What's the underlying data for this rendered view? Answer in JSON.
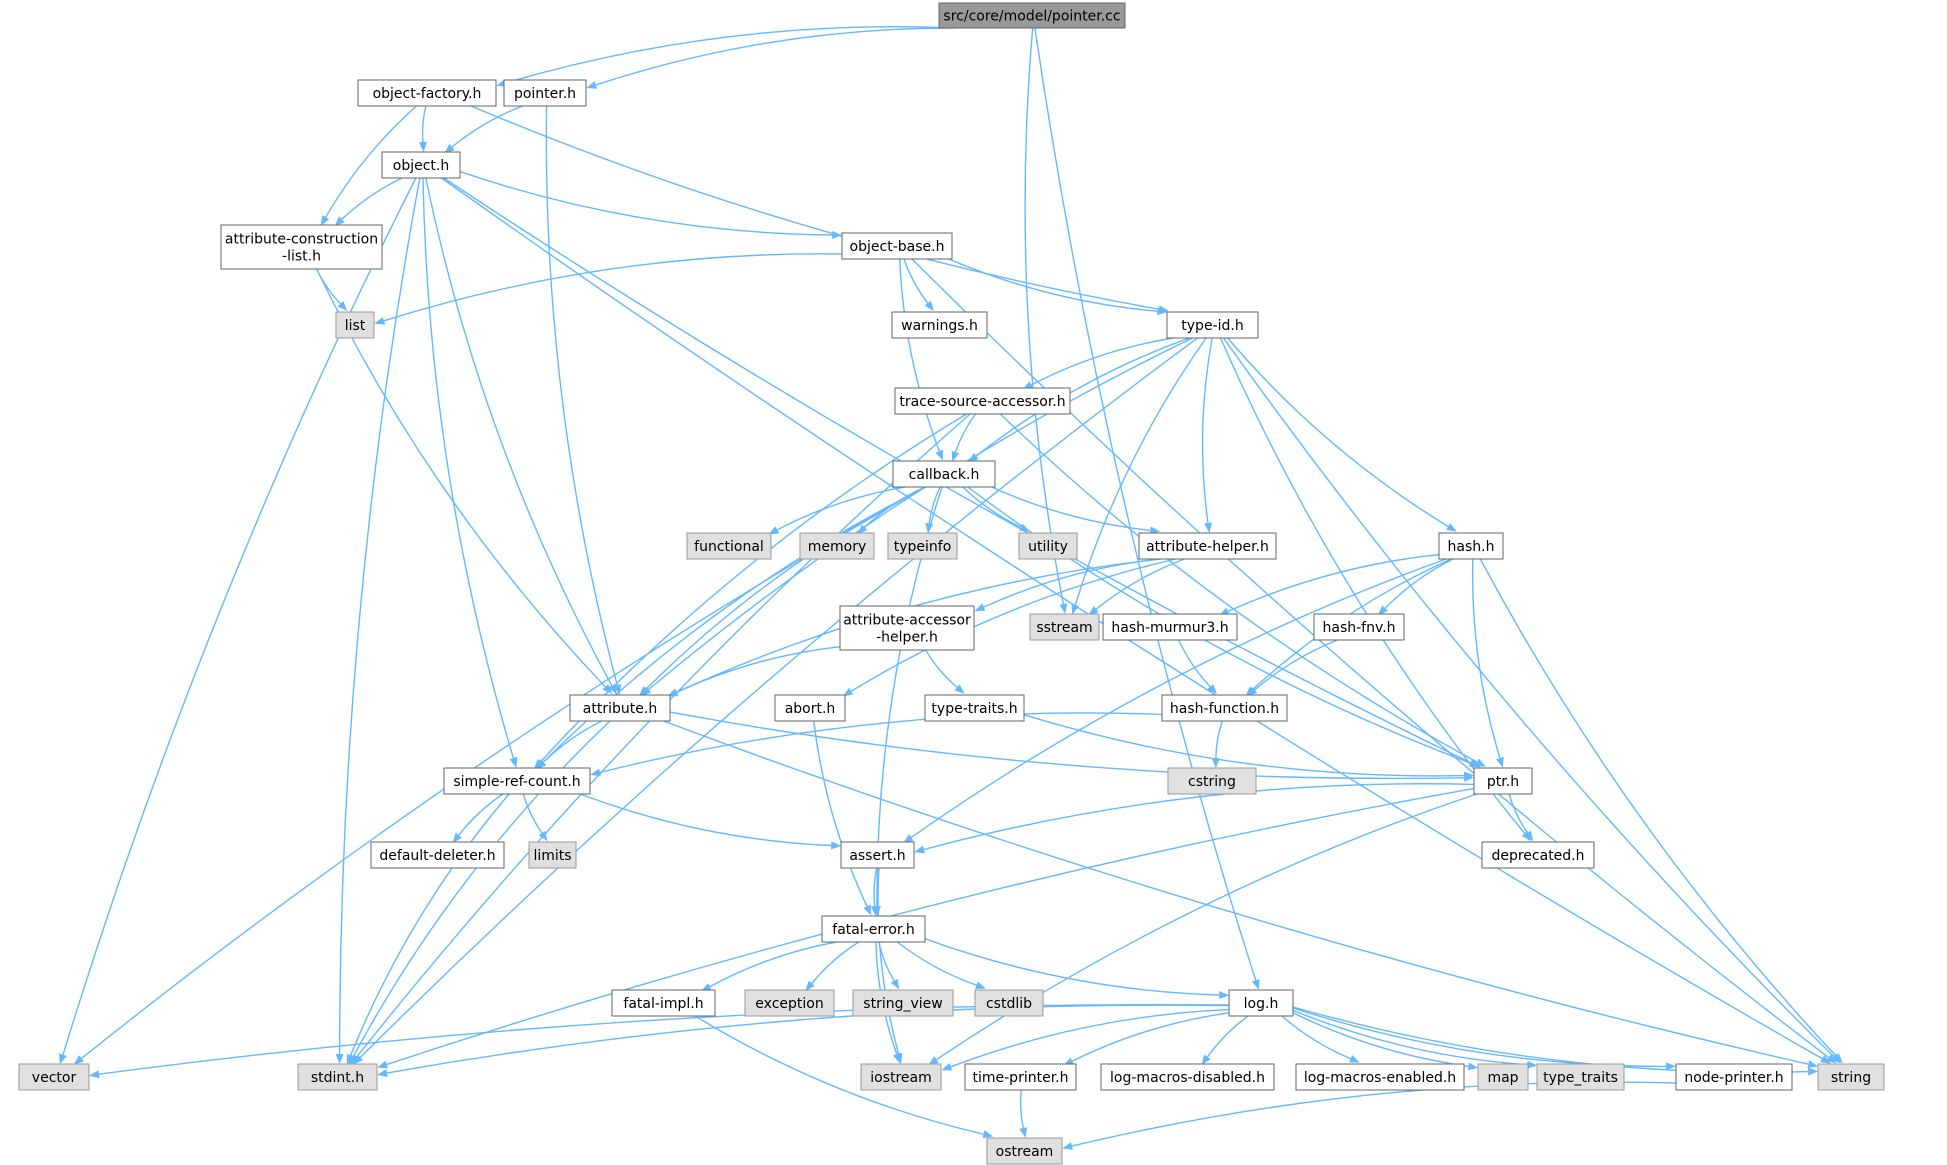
{
  "colors": {
    "edge": "#63b8ff",
    "node_border": "#666666",
    "node_fill": "#ffffff",
    "system_fill": "#e0e0e0",
    "system_border": "#999999",
    "root_fill": "#999999",
    "root_border": "#666666"
  },
  "nodes": [
    {
      "id": "root",
      "label": "src/core/model/pointer.cc",
      "kind": "root"
    },
    {
      "id": "object_factory",
      "label": "object-factory.h",
      "kind": "file"
    },
    {
      "id": "pointer_h",
      "label": "pointer.h",
      "kind": "file"
    },
    {
      "id": "object_h",
      "label": "object.h",
      "kind": "file"
    },
    {
      "id": "attr_constr",
      "label": "attribute-construction\n-list.h",
      "kind": "file"
    },
    {
      "id": "object_base",
      "label": "object-base.h",
      "kind": "file"
    },
    {
      "id": "list",
      "label": "list",
      "kind": "system"
    },
    {
      "id": "warnings",
      "label": "warnings.h",
      "kind": "file"
    },
    {
      "id": "type_id",
      "label": "type-id.h",
      "kind": "file"
    },
    {
      "id": "trace_src",
      "label": "trace-source-accessor.h",
      "kind": "file"
    },
    {
      "id": "callback",
      "label": "callback.h",
      "kind": "file"
    },
    {
      "id": "functional",
      "label": "functional",
      "kind": "system"
    },
    {
      "id": "memory",
      "label": "memory",
      "kind": "system"
    },
    {
      "id": "typeinfo",
      "label": "typeinfo",
      "kind": "system"
    },
    {
      "id": "utility",
      "label": "utility",
      "kind": "system"
    },
    {
      "id": "attr_helper",
      "label": "attribute-helper.h",
      "kind": "file"
    },
    {
      "id": "hash_h",
      "label": "hash.h",
      "kind": "file"
    },
    {
      "id": "sstream",
      "label": "sstream",
      "kind": "system"
    },
    {
      "id": "attr_acc",
      "label": "attribute-accessor\n-helper.h",
      "kind": "file"
    },
    {
      "id": "hash_murmur",
      "label": "hash-murmur3.h",
      "kind": "file"
    },
    {
      "id": "hash_fnv",
      "label": "hash-fnv.h",
      "kind": "file"
    },
    {
      "id": "attribute_h",
      "label": "attribute.h",
      "kind": "file"
    },
    {
      "id": "abort_h",
      "label": "abort.h",
      "kind": "file"
    },
    {
      "id": "type_traits_h",
      "label": "type-traits.h",
      "kind": "file"
    },
    {
      "id": "hash_function",
      "label": "hash-function.h",
      "kind": "file"
    },
    {
      "id": "simple_ref",
      "label": "simple-ref-count.h",
      "kind": "file"
    },
    {
      "id": "cstring",
      "label": "cstring",
      "kind": "system"
    },
    {
      "id": "ptr_h",
      "label": "ptr.h",
      "kind": "file"
    },
    {
      "id": "default_deleter",
      "label": "default-deleter.h",
      "kind": "file"
    },
    {
      "id": "limits",
      "label": "limits",
      "kind": "system"
    },
    {
      "id": "assert_h",
      "label": "assert.h",
      "kind": "file"
    },
    {
      "id": "deprecated",
      "label": "deprecated.h",
      "kind": "file"
    },
    {
      "id": "fatal_error",
      "label": "fatal-error.h",
      "kind": "file"
    },
    {
      "id": "fatal_impl",
      "label": "fatal-impl.h",
      "kind": "file"
    },
    {
      "id": "exception",
      "label": "exception",
      "kind": "system"
    },
    {
      "id": "string_view",
      "label": "string_view",
      "kind": "system"
    },
    {
      "id": "cstdlib",
      "label": "cstdlib",
      "kind": "system"
    },
    {
      "id": "log_h",
      "label": "log.h",
      "kind": "file"
    },
    {
      "id": "vector",
      "label": "vector",
      "kind": "system"
    },
    {
      "id": "stdint",
      "label": "stdint.h",
      "kind": "system"
    },
    {
      "id": "iostream",
      "label": "iostream",
      "kind": "system"
    },
    {
      "id": "time_printer",
      "label": "time-printer.h",
      "kind": "file"
    },
    {
      "id": "log_dis",
      "label": "log-macros-disabled.h",
      "kind": "file"
    },
    {
      "id": "log_en",
      "label": "log-macros-enabled.h",
      "kind": "file"
    },
    {
      "id": "map",
      "label": "map",
      "kind": "system"
    },
    {
      "id": "type_traits",
      "label": "type_traits",
      "kind": "system"
    },
    {
      "id": "node_printer",
      "label": "node-printer.h",
      "kind": "file"
    },
    {
      "id": "string",
      "label": "string",
      "kind": "system"
    },
    {
      "id": "ostream",
      "label": "ostream",
      "kind": "system"
    }
  ],
  "edges": [
    [
      "root",
      "object_factory"
    ],
    [
      "root",
      "pointer_h"
    ],
    [
      "root",
      "log_h"
    ],
    [
      "root",
      "sstream"
    ],
    [
      "object_factory",
      "object_h"
    ],
    [
      "object_factory",
      "attr_constr"
    ],
    [
      "object_factory",
      "type_id"
    ],
    [
      "pointer_h",
      "object_h"
    ],
    [
      "pointer_h",
      "attribute_h"
    ],
    [
      "object_h",
      "attr_constr"
    ],
    [
      "object_h",
      "object_base"
    ],
    [
      "object_h",
      "attribute_h"
    ],
    [
      "object_h",
      "simple_ref"
    ],
    [
      "object_h",
      "ptr_h"
    ],
    [
      "object_h",
      "vector"
    ],
    [
      "object_h",
      "stdint"
    ],
    [
      "object_h",
      "string"
    ],
    [
      "attr_constr",
      "list"
    ],
    [
      "attr_constr",
      "attribute_h"
    ],
    [
      "object_base",
      "list"
    ],
    [
      "object_base",
      "warnings"
    ],
    [
      "object_base",
      "type_id"
    ],
    [
      "object_base",
      "callback"
    ],
    [
      "object_base",
      "string"
    ],
    [
      "type_id",
      "trace_src"
    ],
    [
      "type_id",
      "callback"
    ],
    [
      "type_id",
      "attr_helper"
    ],
    [
      "type_id",
      "hash_h"
    ],
    [
      "type_id",
      "attribute_h"
    ],
    [
      "type_id",
      "sstream"
    ],
    [
      "type_id",
      "deprecated"
    ],
    [
      "type_id",
      "stdint"
    ],
    [
      "type_id",
      "string"
    ],
    [
      "trace_src",
      "callback"
    ],
    [
      "trace_src",
      "simple_ref"
    ],
    [
      "trace_src",
      "ptr_h"
    ],
    [
      "trace_src",
      "stdint"
    ],
    [
      "callback",
      "functional"
    ],
    [
      "callback",
      "memory"
    ],
    [
      "callback",
      "typeinfo"
    ],
    [
      "callback",
      "utility"
    ],
    [
      "callback",
      "attr_helper"
    ],
    [
      "callback",
      "attribute_h"
    ],
    [
      "callback",
      "simple_ref"
    ],
    [
      "callback",
      "ptr_h"
    ],
    [
      "callback",
      "fatal_error"
    ],
    [
      "callback",
      "vector"
    ],
    [
      "attr_helper",
      "attr_acc"
    ],
    [
      "attr_helper",
      "attribute_h"
    ],
    [
      "attr_helper",
      "abort_h"
    ],
    [
      "attr_helper",
      "sstream"
    ],
    [
      "hash_h",
      "hash_murmur"
    ],
    [
      "hash_h",
      "hash_fnv"
    ],
    [
      "hash_h",
      "hash_function"
    ],
    [
      "hash_h",
      "ptr_h"
    ],
    [
      "hash_h",
      "assert_h"
    ],
    [
      "hash_h",
      "string"
    ],
    [
      "attr_acc",
      "attribute_h"
    ],
    [
      "attr_acc",
      "type_traits_h"
    ],
    [
      "hash_murmur",
      "hash_function"
    ],
    [
      "hash_fnv",
      "hash_function"
    ],
    [
      "attribute_h",
      "simple_ref"
    ],
    [
      "attribute_h",
      "ptr_h"
    ],
    [
      "attribute_h",
      "stdint"
    ],
    [
      "attribute_h",
      "string"
    ],
    [
      "abort_h",
      "fatal_error"
    ],
    [
      "type_traits_h",
      "ptr_h"
    ],
    [
      "hash_function",
      "simple_ref"
    ],
    [
      "hash_function",
      "cstring"
    ],
    [
      "simple_ref",
      "default_deleter"
    ],
    [
      "simple_ref",
      "limits"
    ],
    [
      "simple_ref",
      "assert_h"
    ],
    [
      "simple_ref",
      "stdint"
    ],
    [
      "ptr_h",
      "assert_h"
    ],
    [
      "ptr_h",
      "deprecated"
    ],
    [
      "ptr_h",
      "iostream"
    ],
    [
      "ptr_h",
      "stdint"
    ],
    [
      "assert_h",
      "fatal_error"
    ],
    [
      "assert_h",
      "iostream"
    ],
    [
      "fatal_error",
      "fatal_impl"
    ],
    [
      "fatal_error",
      "exception"
    ],
    [
      "fatal_error",
      "string_view"
    ],
    [
      "fatal_error",
      "cstdlib"
    ],
    [
      "fatal_error",
      "log_h"
    ],
    [
      "fatal_error",
      "iostream"
    ],
    [
      "fatal_impl",
      "ostream"
    ],
    [
      "log_h",
      "vector"
    ],
    [
      "log_h",
      "stdint"
    ],
    [
      "log_h",
      "iostream"
    ],
    [
      "log_h",
      "time_printer"
    ],
    [
      "log_h",
      "log_dis"
    ],
    [
      "log_h",
      "log_en"
    ],
    [
      "log_h",
      "map"
    ],
    [
      "log_h",
      "type_traits"
    ],
    [
      "log_h",
      "node_printer"
    ],
    [
      "log_h",
      "string"
    ],
    [
      "time_printer",
      "ostream"
    ],
    [
      "node_printer",
      "ostream"
    ]
  ]
}
